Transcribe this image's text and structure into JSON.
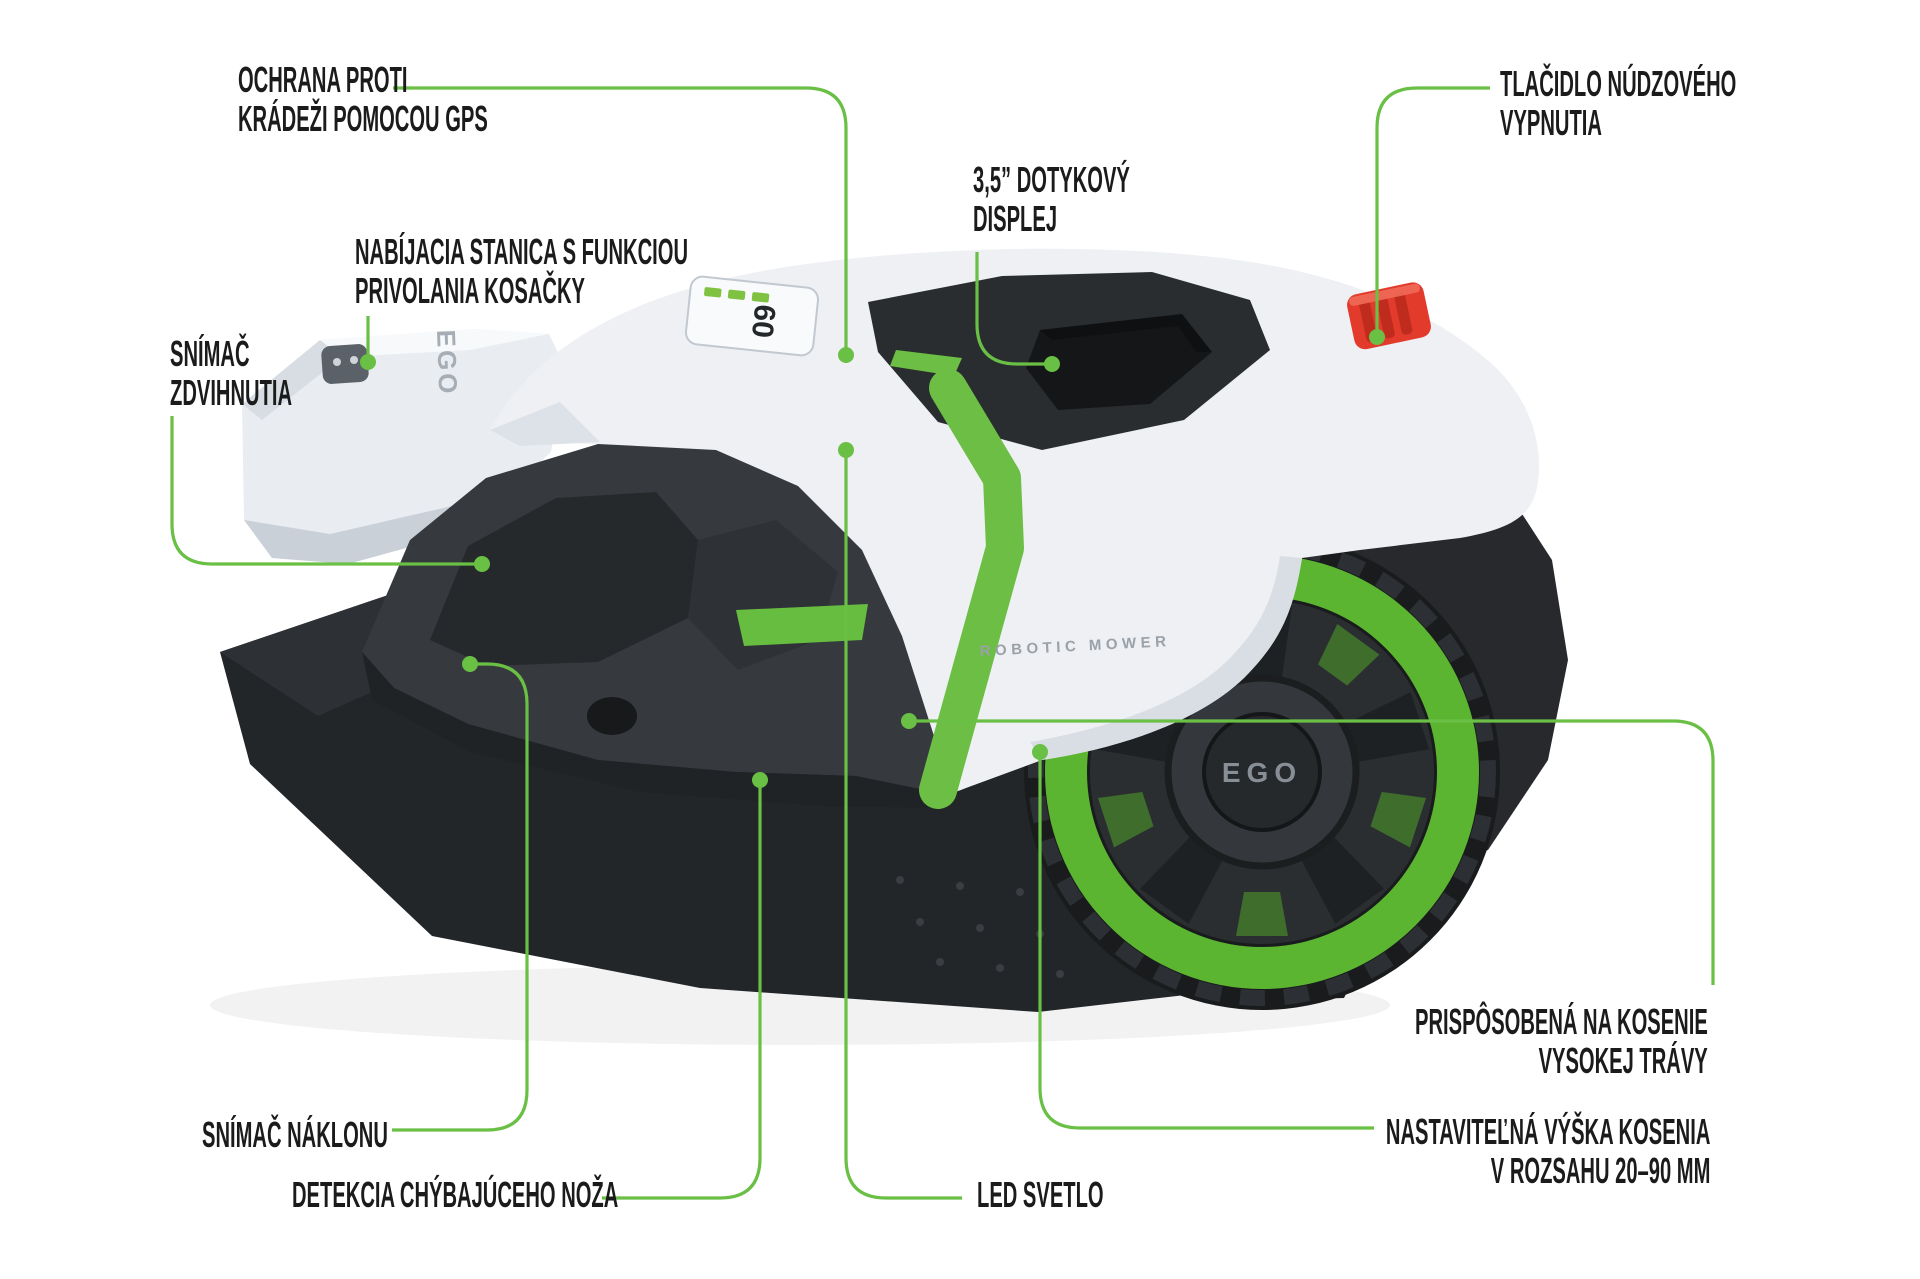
{
  "palette": {
    "accent_green": "#6abf45",
    "wheel_green": "#5cb531",
    "label_text": "#1b1b1b",
    "button_red": "#e23a2b",
    "body_white": "#eef0f3",
    "body_dark": "#2b2e31"
  },
  "product": {
    "side_label": "ROBOTIC MOWER",
    "wheel_hub_logo": "EGO",
    "station_logo": "EGO",
    "battery_badge": "60"
  },
  "callouts": {
    "gps": {
      "line1": "OCHRANA PROTI",
      "line2": "KRÁDEŽI POMOCOU GPS"
    },
    "station": {
      "line1": "NABÍJACIA STANICA S FUNKCIOU",
      "line2": "PRIVOLANIA KOSAČKY"
    },
    "lift_sensor": {
      "line1": "SNÍMAČ",
      "line2": "ZDVIHNUTIA"
    },
    "display": {
      "line1": "3,5” DOTYKOVÝ",
      "line2": "DISPLEJ"
    },
    "stop_button": {
      "line1": "TLAČIDLO NÚDZOVÉHO",
      "line2": "VYPNUTIA"
    },
    "tilt_sensor": {
      "line1": "SNÍMAČ NÁKLONU"
    },
    "blade_detection": {
      "line1": "DETEKCIA CHÝBAJÚCEHO NOŽA"
    },
    "led_light": {
      "line1": "LED SVETLO"
    },
    "tall_grass": {
      "line1": "PRISPÔSOBENÁ NA KOSENIE",
      "line2": "VYSOKEJ TRÁVY"
    },
    "cutting_height": {
      "line1": "NASTAVITEĽNÁ VÝŠKA KOSENIA",
      "line2": "V ROZSAHU 20–90 MM"
    }
  }
}
